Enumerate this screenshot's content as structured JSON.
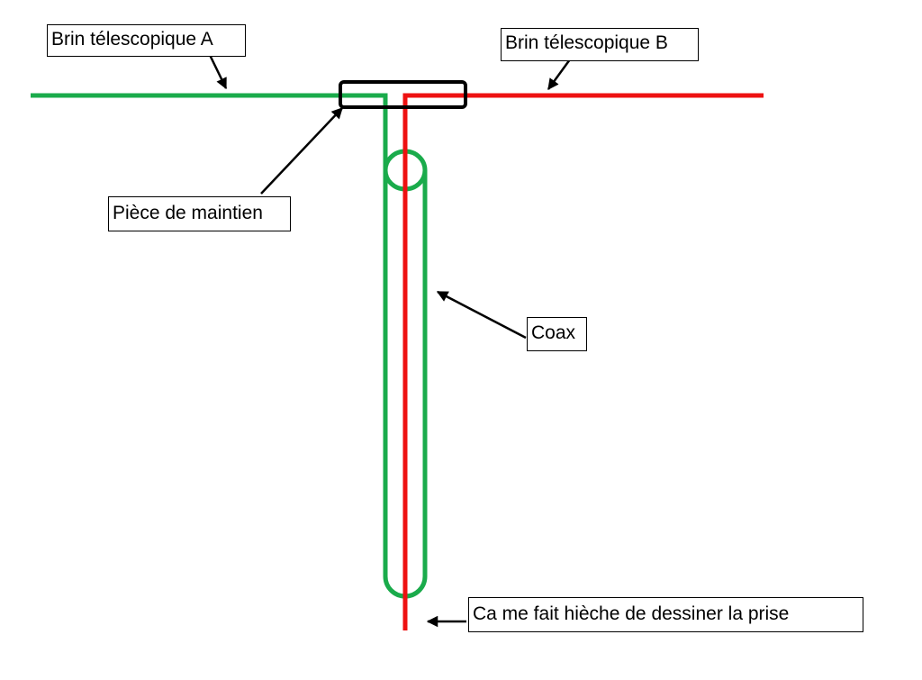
{
  "labels": {
    "brin_a": "Brin télescopique A",
    "brin_b": "Brin télescopique B",
    "piece": "Pièce de maintien",
    "coax": "Coax",
    "prise": "Ca me fait hièche de dessiner la prise"
  },
  "colors": {
    "brin_a": "#1aab4b",
    "brin_b": "#ee1111",
    "outline": "#000000",
    "background": "#ffffff"
  }
}
